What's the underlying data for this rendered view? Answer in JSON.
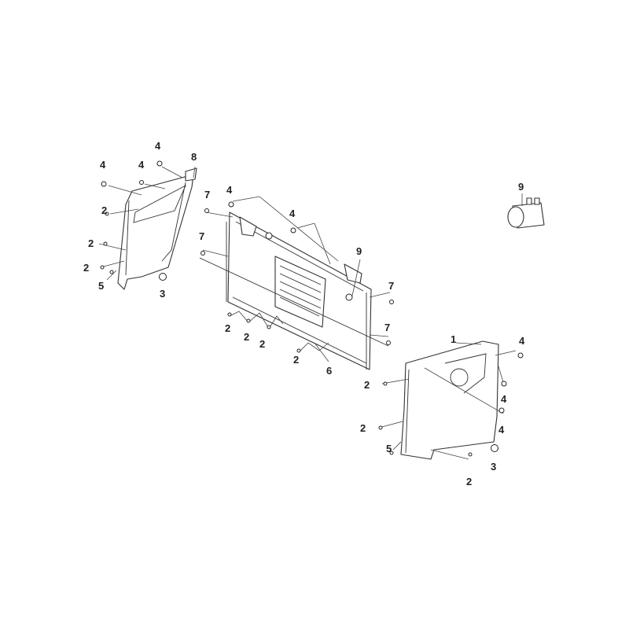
{
  "callouts": {
    "c1": "1",
    "c2": "2",
    "c3": "3",
    "c4": "4",
    "c5": "5",
    "c6": "6",
    "c7": "7",
    "c8": "8",
    "c9": "9"
  },
  "colors": {
    "line": "#333333",
    "background": "#ffffff"
  }
}
